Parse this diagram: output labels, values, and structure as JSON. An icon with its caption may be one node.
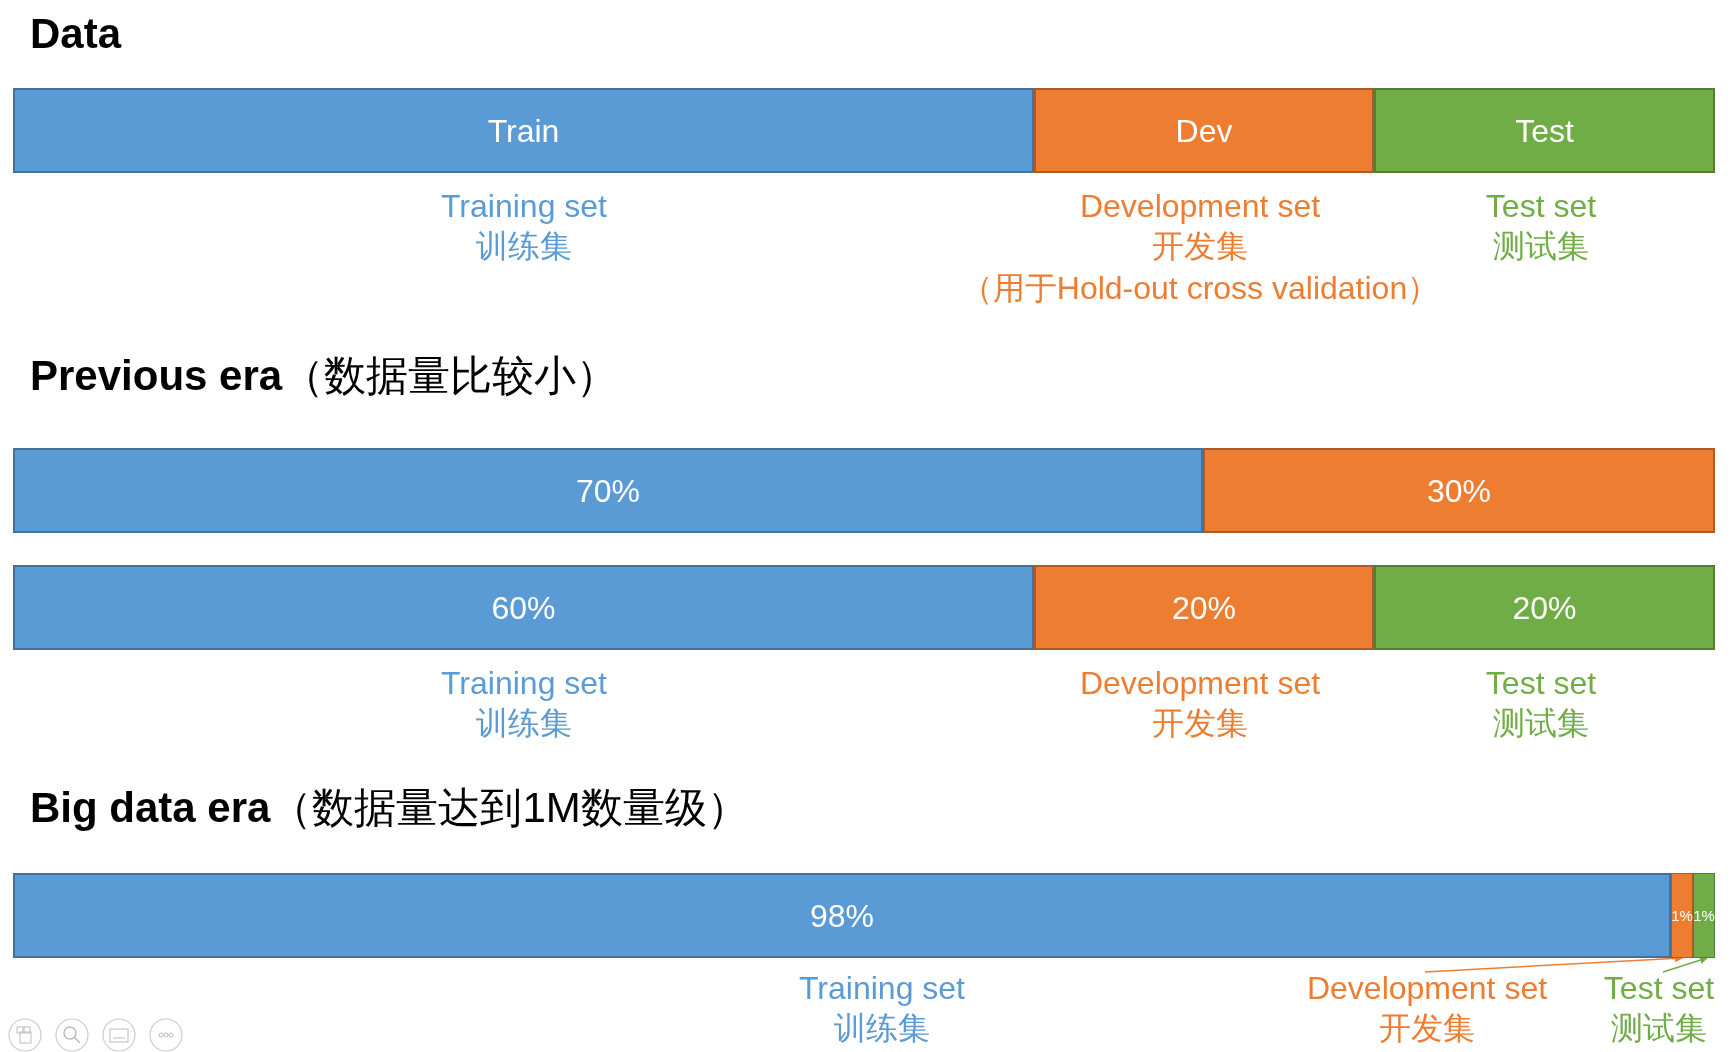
{
  "diagram": {
    "nodes": [
      {
        "text": [
          "Train"
        ]
      },
      {
        "text": [
          "Dev"
        ]
      },
      {
        "text": [
          "Test"
        ]
      },
      {
        "text": [
          "70%"
        ]
      },
      {
        "text": [
          "30%"
        ]
      },
      {
        "text": [
          "60%"
        ]
      },
      {
        "text": [
          "20%"
        ]
      },
      {
        "text": [
          "20%"
        ]
      },
      {
        "text": [
          "98%"
        ]
      },
      {
        "text": [
          "1%"
        ]
      },
      {
        "text": [
          "1%"
        ]
      },
      {
        "text": [
          "Development set",
          "开发集"
        ]
      },
      {
        "text": [
          "Test set",
          "测试集"
        ]
      }
    ],
    "edges": [
      {
        "from": 11,
        "to": 9,
        "arrow": "to",
        "color": "#ed7d31"
      },
      {
        "from": 12,
        "to": 10,
        "arrow": "to",
        "color": "#70ad47"
      }
    ],
    "labels": [
      "Data",
      "Training set",
      "训练集",
      "Development set",
      "开发集",
      "（用于Hold-out cross validation）",
      "Test set",
      "测试集",
      "**Previous era**（数据量比较小）",
      "Training set",
      "训练集",
      "Development set",
      "开发集",
      "Test set",
      "测试集",
      "**Big data era**（数据量达到1M数量级）",
      "Training set",
      "训练集"
    ]
  }
}
